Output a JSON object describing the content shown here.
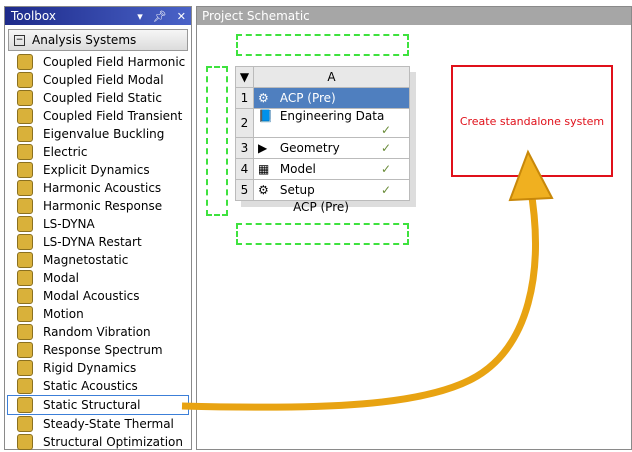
{
  "toolbox": {
    "title": "Toolbox",
    "group": "Analysis Systems",
    "items": [
      "Coupled Field Harmonic",
      "Coupled Field Modal",
      "Coupled Field Static",
      "Coupled Field Transient",
      "Eigenvalue Buckling",
      "Electric",
      "Explicit Dynamics",
      "Harmonic Acoustics",
      "Harmonic Response",
      "LS-DYNA",
      "LS-DYNA Restart",
      "Magnetostatic",
      "Modal",
      "Modal Acoustics",
      "Motion",
      "Random Vibration",
      "Response Spectrum",
      "Rigid Dynamics",
      "Static Acoustics",
      "Static Structural",
      "Steady-State Thermal",
      "Structural Optimization"
    ],
    "selected": "Static Structural"
  },
  "schematic": {
    "title": "Project Schematic",
    "column": "A",
    "rows": [
      {
        "n": "1",
        "label": "ACP (Pre)"
      },
      {
        "n": "2",
        "label": "Engineering Data",
        "check": "✓"
      },
      {
        "n": "3",
        "label": "Geometry",
        "check": "✓"
      },
      {
        "n": "4",
        "label": "Model",
        "check": "✓"
      },
      {
        "n": "5",
        "label": "Setup",
        "check": "✓"
      }
    ],
    "system_name": "ACP (Pre)",
    "standalone": "Create standalone system"
  }
}
